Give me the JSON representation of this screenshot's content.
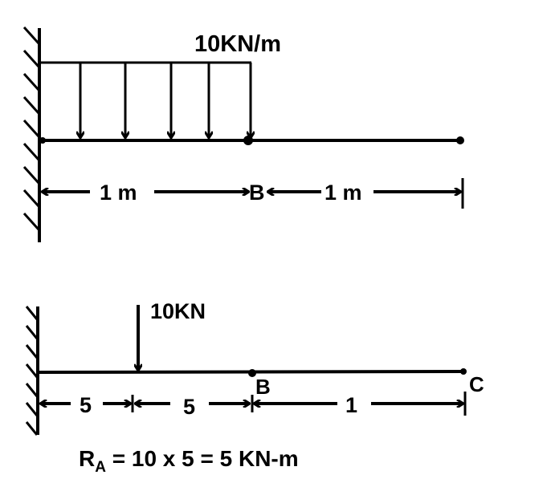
{
  "top_diagram": {
    "load_label": "10KN/m",
    "span1_label": "1 m",
    "point_b_label": "B",
    "span2_label": "1 m"
  },
  "bottom_diagram": {
    "force_label": "10KN",
    "point_b_label": "B",
    "point_c_label": "C",
    "seg1_label": "5",
    "seg2_label": "5",
    "seg3_label": "1",
    "formula_r": "R",
    "formula_sub": "A",
    "formula_rest": " = 10 x 5 = 5 KN-m"
  },
  "colors": {
    "ink": "#000000",
    "background": "#ffffff"
  }
}
